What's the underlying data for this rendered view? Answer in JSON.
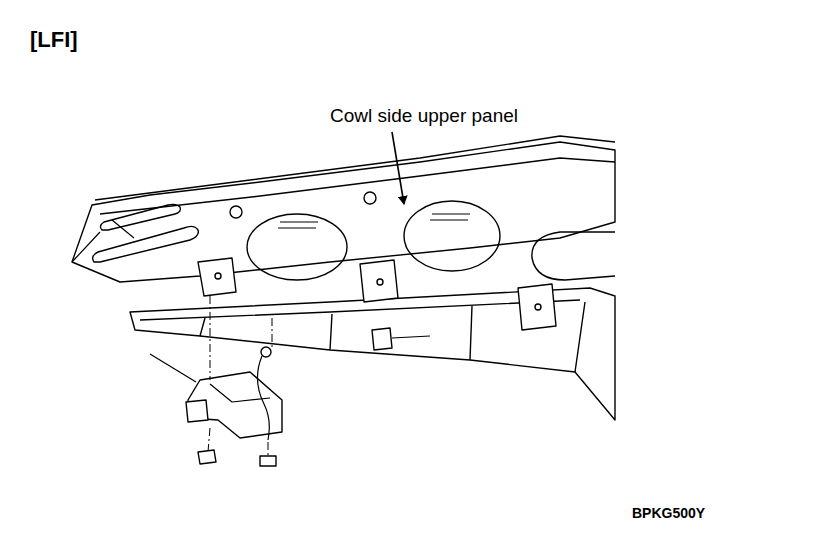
{
  "diagram": {
    "title": "[LFI]",
    "labels": [
      "Cowl side upper panel",
      "BPKG500Y"
    ]
  }
}
